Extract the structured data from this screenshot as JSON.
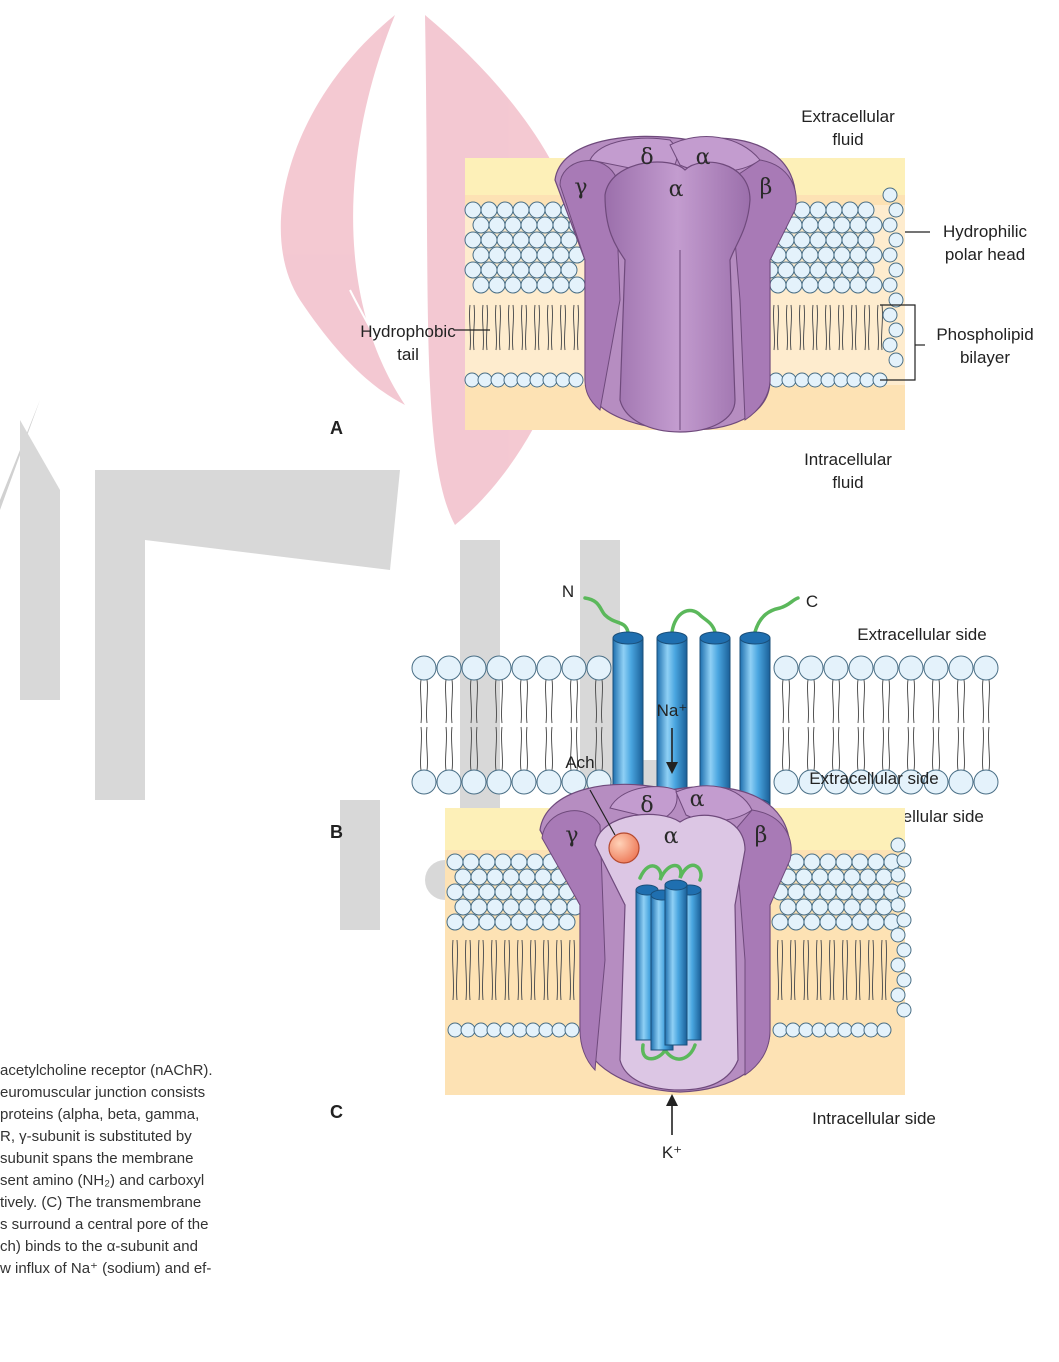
{
  "panel_a": {
    "letter": "A",
    "extracellular": [
      "Extracellular",
      "fluid"
    ],
    "intracellular": [
      "Intracellular",
      "fluid"
    ],
    "hydrophilic": [
      "Hydrophilic",
      "polar head"
    ],
    "phospholipid": [
      "Phospholipid",
      "bilayer"
    ],
    "hydrophobic": [
      "Hydrophobic",
      "tail"
    ],
    "subunits": {
      "delta": "δ",
      "alpha_back": "α",
      "gamma": "γ",
      "alpha_front": "α",
      "beta": "β"
    }
  },
  "panel_b": {
    "letter": "B",
    "n_terminus": "N",
    "c_terminus": "C",
    "extracellular": "Extracellular side",
    "intracellular": "Intracellular side"
  },
  "panel_c": {
    "letter": "C",
    "na_ion": "Na⁺",
    "k_ion": "K⁺",
    "ach": "Ach",
    "extracellular": "Extracellular side",
    "intracellular": "Intracellular side",
    "subunits": {
      "delta": "δ",
      "alpha_back": "α",
      "gamma": "γ",
      "alpha_front": "α",
      "beta": "β"
    }
  },
  "caption": [
    "acetylcholine receptor (nAChR).",
    "euromuscular junction consists",
    "proteins (alpha, beta, gamma,",
    "R, γ-subunit is substituted by",
    "subunit spans the membrane",
    "sent amino (NH₂) and carboxyl",
    "tively. (C) The transmembrane",
    "s surround a central pore of the",
    "ch) binds to the α-subunit and",
    "w influx of Na⁺ (sodium) and ef-"
  ],
  "colors": {
    "receptor": "#b68dc1",
    "receptor_dark": "#8a5f98",
    "membrane_top": "#fdf0b8",
    "membrane_bottom": "#fde2b4",
    "lipid_head": "#e4f2fb",
    "helix": "#3d9bd8",
    "loop": "#5bb85b",
    "watermark_pink": "#f3c6d0",
    "watermark_gray": "#cfcfcf"
  }
}
